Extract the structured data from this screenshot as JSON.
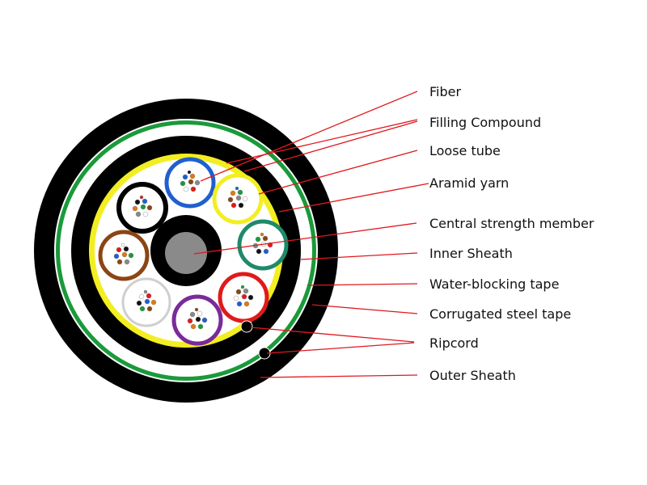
{
  "labels": {
    "fiber": "Fiber",
    "filling_compound": "Filling Compound",
    "loose_tube": "Loose tube",
    "aramid_yarn": "Aramid yarn",
    "central_strength_member": "Central strength member",
    "inner_sheath": "Inner Sheath",
    "water_blocking_tape": "Water-blocking tape",
    "corrugated_steel_tape": "Corrugated steel tape",
    "ripcord": "Ripcord",
    "outer_sheath": "Outer Sheath"
  },
  "colors": {
    "sheath": "#000000",
    "steel_tape": "#1a9a3a",
    "water_blocking_tape": "#ffffff",
    "aramid_yarn": "#f2ee22",
    "filling_compound": "#ffffff",
    "central_member_core": "#8a8a8a",
    "leader_line": "#e0191e",
    "tube_colors": [
      "#1f5fcf",
      "#f2ee22",
      "#1e8a6a",
      "#e01a1a",
      "#7a2a9a",
      "#ffffff",
      "#8b4513",
      "#000000"
    ],
    "fiber_dot_colors": [
      "#1f5fcf",
      "#e07a10",
      "#1a9a3a",
      "#8b4513",
      "#888888",
      "#ffffff",
      "#e01a1a",
      "#111111"
    ]
  }
}
